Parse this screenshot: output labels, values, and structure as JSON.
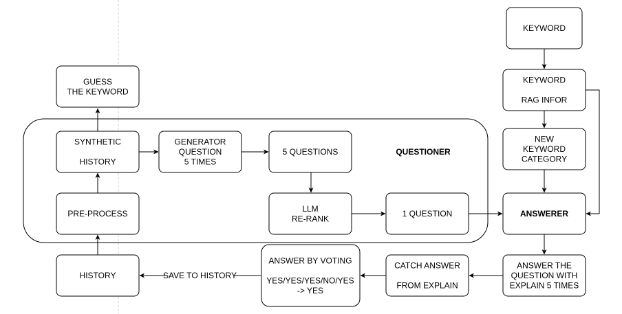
{
  "nodes": {
    "guess": {
      "lines": [
        "GUESS",
        "THE KEYWORD"
      ]
    },
    "synthetic": {
      "lines": [
        "SYNTHETIC",
        "",
        "HISTORY"
      ]
    },
    "generator": {
      "lines": [
        "GENERATOR",
        "QUESTION",
        "5 TIMES"
      ]
    },
    "five_q": {
      "lines": [
        "5 QUESTIONS"
      ]
    },
    "questioner": {
      "lines": [
        "QUESTIONER"
      ]
    },
    "preprocess": {
      "lines": [
        "PRE-PROCESS"
      ]
    },
    "llm": {
      "lines": [
        "LLM",
        "RE-RANK"
      ]
    },
    "one_q": {
      "lines": [
        "1 QUESTION"
      ]
    },
    "keyword": {
      "lines": [
        "KEYWORD"
      ]
    },
    "rag": {
      "lines": [
        "KEYWORD",
        "",
        "RAG INFOR"
      ]
    },
    "category": {
      "lines": [
        "NEW",
        "KEYWORD",
        "CATEGORY"
      ]
    },
    "answerer": {
      "lines": [
        "ANSWERER"
      ]
    },
    "history": {
      "lines": [
        "HISTORY"
      ]
    },
    "voting": {
      "lines": [
        "ANSWER BY VOTING",
        "",
        "YES/YES/YES/NO/YES",
        "-> YES"
      ]
    },
    "catch": {
      "lines": [
        "CATCH ANSWER",
        "",
        "FROM EXPLAIN"
      ]
    },
    "explain": {
      "lines": [
        "ANSWER THE",
        "QUESTION WITH",
        "EXPLAIN 5 TIMES"
      ]
    }
  },
  "edge_labels": {
    "save_to_history": "SAVE TO HISTORY"
  }
}
